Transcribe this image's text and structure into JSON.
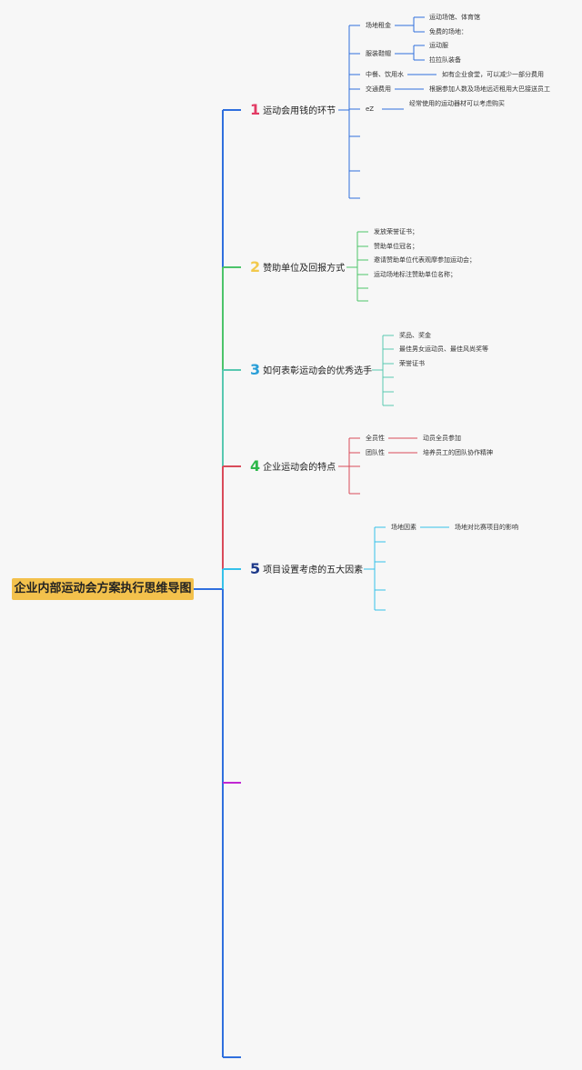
{
  "root": {
    "label": "企业内部运动会方案执行思维导图"
  },
  "branches": [
    {
      "num": "1",
      "label": "运动会用钱的环节",
      "color": "#2f6fde",
      "num_color": "#e23a63",
      "items": [
        {
          "label": "场地租金",
          "children": [
            "运动场馆、体育馆",
            "免费的场地："
          ]
        },
        {
          "label": "服装鞋帽",
          "children": [
            "运动服",
            "拉拉队装备"
          ]
        },
        {
          "label": "中餐、饮用水",
          "children": [
            "如有企业食堂，可以减少一部分费用"
          ]
        },
        {
          "label": "交通费用",
          "children": [
            "根据参加人数及场地远近租用大巴接送员工"
          ]
        },
        {
          "label": "eZ",
          "children": [
            "经常使用的运动器材可以考虑购买"
          ]
        }
      ]
    },
    {
      "num": "2",
      "label": "赞助单位及回报方式",
      "color": "#4cc46a",
      "num_color": "#f2c94c",
      "items": [
        {
          "label": "发放荣誉证书；"
        },
        {
          "label": "赞助单位冠名；"
        },
        {
          "label": "邀请赞助单位代表观摩参加运动会；"
        },
        {
          "label": "运动场地标注赞助单位名称；"
        }
      ]
    },
    {
      "num": "3",
      "label": "如何表彰运动会的优秀选手",
      "color": "#58c8b0",
      "num_color": "#2a9fd8",
      "items": [
        {
          "label": "奖品、奖金"
        },
        {
          "label": "最佳男女运动员、最佳风尚奖等"
        },
        {
          "label": "荣誉证书"
        }
      ]
    },
    {
      "num": "4",
      "label": "企业运动会的特点",
      "color": "#d94b5a",
      "num_color": "#2db84a",
      "items": [
        {
          "label": "全员性",
          "children": [
            "动员全员参加"
          ]
        },
        {
          "label": "团队性",
          "children": [
            "培养员工的团队协作精神"
          ]
        }
      ]
    },
    {
      "num": "5",
      "label": "项目设置考虑的五大因素",
      "color": "#35c1ea",
      "num_color": "#1e3a8a",
      "items": [
        {
          "label": "场地因素",
          "children": [
            "场地对比赛项目的影响"
          ]
        }
      ]
    }
  ]
}
